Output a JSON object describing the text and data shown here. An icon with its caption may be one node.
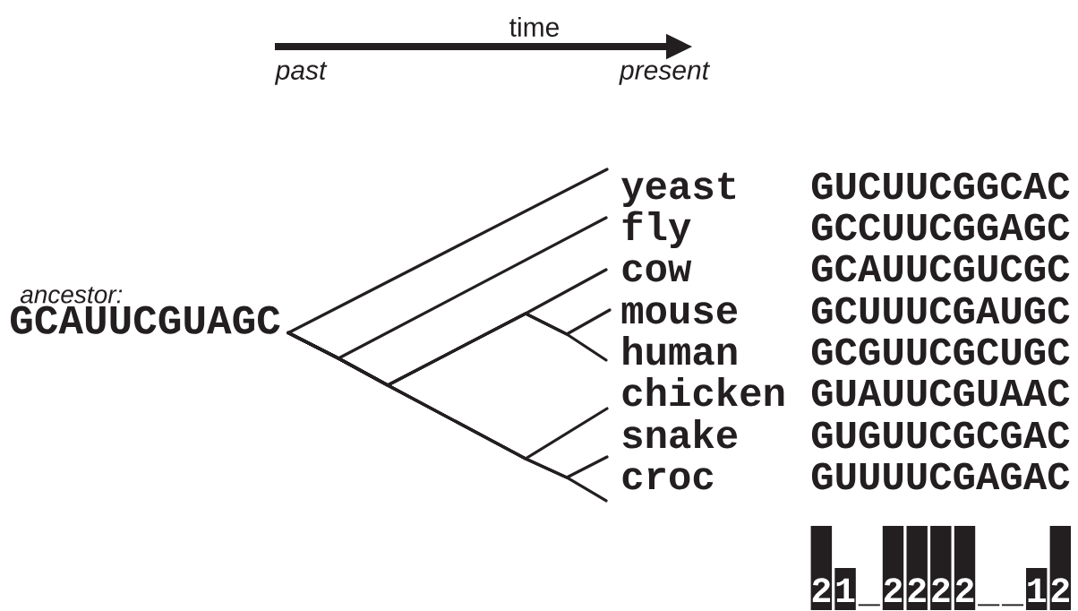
{
  "diagram": {
    "nodes": [
      {
        "text": [
          "ancestor:",
          "GCAUUCGUAGC"
        ]
      },
      {
        "text": [
          "yeast"
        ]
      },
      {
        "text": [
          "fly"
        ]
      },
      {
        "text": [
          "cow"
        ]
      },
      {
        "text": [
          "mouse"
        ]
      },
      {
        "text": [
          "human"
        ]
      },
      {
        "text": [
          "chicken"
        ]
      },
      {
        "text": [
          "snake"
        ]
      },
      {
        "text": [
          "croc"
        ]
      }
    ],
    "edges": [
      {
        "from": 0,
        "to": 1,
        "arrow": "none"
      },
      {
        "from": 0,
        "to": 2,
        "arrow": "none"
      },
      {
        "from": 0,
        "to": 3,
        "arrow": "none"
      },
      {
        "from": 0,
        "to": 4,
        "arrow": "none"
      },
      {
        "from": 0,
        "to": 5,
        "arrow": "none"
      },
      {
        "from": 0,
        "to": 6,
        "arrow": "none"
      },
      {
        "from": 0,
        "to": 7,
        "arrow": "none"
      },
      {
        "from": 0,
        "to": 8,
        "arrow": "none"
      }
    ],
    "labels": [
      "time",
      "past",
      "present",
      "GUCUUCGGCAC",
      "GCCUUCGGAGC",
      "GCAUUCGUCGC",
      "GCUUUCGAUGC",
      "GCGUUCGCUGC",
      "GUAUUCGUAAC",
      "GUGUUCGCGAC",
      "GUUUUCGAGAC",
      "2",
      "1",
      "_",
      "2",
      "2",
      "2",
      "2",
      "_",
      "_",
      "1",
      "2"
    ]
  }
}
